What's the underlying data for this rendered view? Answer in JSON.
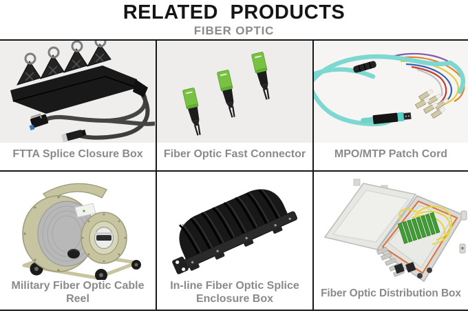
{
  "header": {
    "title": "RELATED PRODUCTS",
    "subtitle": "FIBER OPTIC"
  },
  "grid": {
    "rows": 2,
    "cols": 3
  },
  "products": [
    {
      "name": "FTTA Splice Closure Box",
      "icon": "ftta-splice-closure-box"
    },
    {
      "name": "Fiber Optic Fast Connector",
      "icon": "fiber-optic-fast-connector"
    },
    {
      "name": "MPO/MTP Patch Cord",
      "icon": "mpo-mtp-patch-cord"
    },
    {
      "name": "Military Fiber Optic Cable Reel",
      "icon": "military-fiber-optic-cable-reel"
    },
    {
      "name": "In-line Fiber Optic Splice Enclosure Box",
      "icon": "inline-fiber-optic-splice-enclosure-box"
    },
    {
      "name": "Fiber Optic Distribution Box",
      "icon": "fiber-optic-distribution-box"
    }
  ],
  "colors": {
    "title_black": "#151515",
    "label_gray": "#8a8a8a",
    "grid_line": "#161616",
    "photo_bg_gray": "#f0eeec",
    "connector_green": "#79c143",
    "patchcord_aqua": "#7cd8d0",
    "reel_khaki": "#c7c4a2",
    "gasket_orange": "#dd7038",
    "adapter_green": "#3f9e33",
    "fiber_yellow": "#e8d53c"
  }
}
